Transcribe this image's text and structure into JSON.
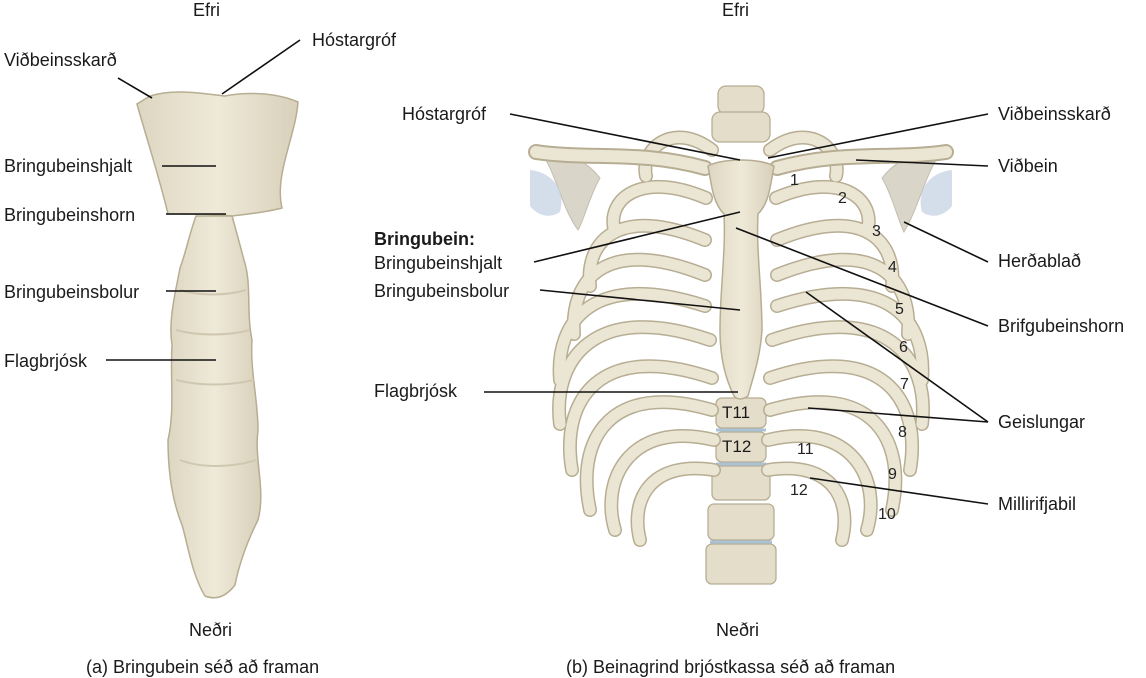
{
  "panel_a": {
    "top": "Efri",
    "bottom": "Neðri",
    "caption": "(a) Bringubein séð að framan",
    "labels": {
      "clavicular_notch": "Viðbeinsskarð",
      "jugular_notch": "Hóstargróf",
      "manubrium": "Bringubeinshjalt",
      "sternal_angle": "Bringubeinshorn",
      "body": "Bringubeinsbolur",
      "xiphoid": "Flagbrjósk"
    }
  },
  "panel_b": {
    "top": "Efri",
    "bottom": "Neðri",
    "caption": "(b) Beinagrind brjóstkassa séð að framan",
    "labels": {
      "jugular_notch": "Hóstargróf",
      "clavicular_notch": "Viðbeinsskarð",
      "clavicle": "Viðbein",
      "sternum_heading": "Bringubein:",
      "manubrium": "Bringubeinshjalt",
      "body": "Bringubeinsbolur",
      "scapula": "Herðablað",
      "sternal_angle": "Brifgubeinshorn",
      "xiphoid": "Flagbrjósk",
      "costal_cartilage": "Geislungar",
      "intercostal_space": "Millirifjabil"
    },
    "vertebrae": [
      "T11",
      "T12"
    ],
    "rib_numbers": [
      "1",
      "2",
      "3",
      "4",
      "5",
      "6",
      "7",
      "8",
      "9",
      "10",
      "11",
      "12"
    ]
  },
  "colors": {
    "bone": "#ebe5d3",
    "bone_shadow": "#cfc7b0",
    "bone_outline": "#b7ad93",
    "cartilage": "#ddd8c8",
    "scapula": "#d9d5c9",
    "leader_line": "#111111"
  }
}
